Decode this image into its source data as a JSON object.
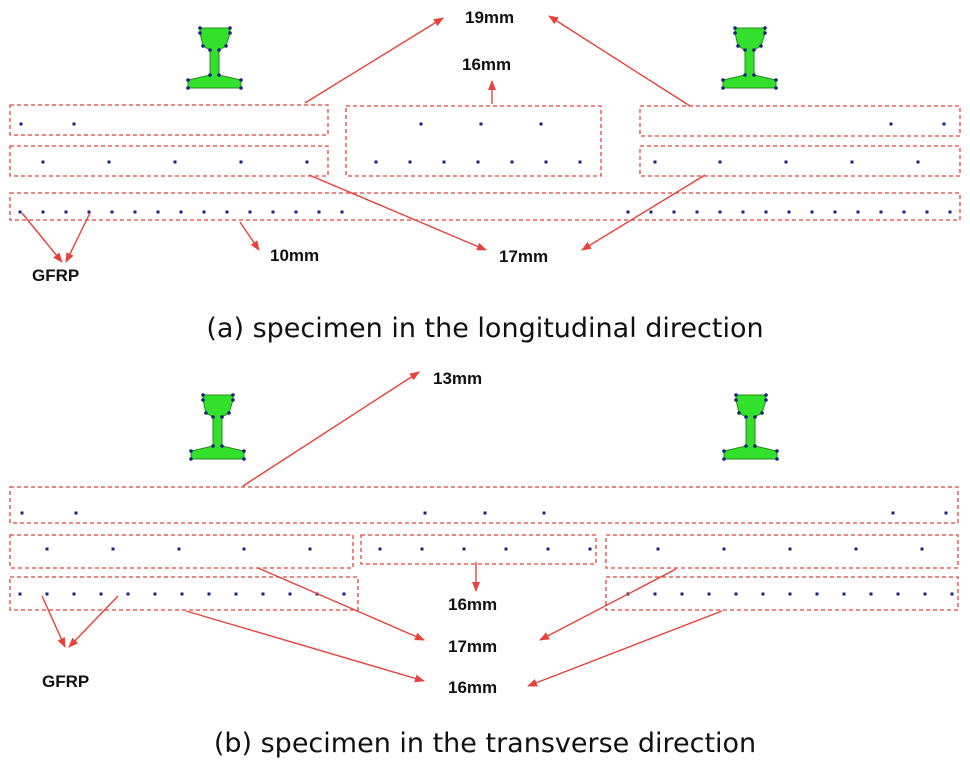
{
  "colors": {
    "box_border": "#e8413a",
    "arrow": "#e8413a",
    "bar_dot": "#1a237e",
    "rail_fill": "#33e02b",
    "rail_node": "#1a237e",
    "text": "#111111"
  },
  "diagram_a": {
    "caption": "(a) specimen in the longitudinal direction",
    "labels": {
      "d19": "19mm",
      "d16": "16mm",
      "d10": "10mm",
      "d17": "17mm",
      "gfrp": "GFRP"
    }
  },
  "diagram_b": {
    "caption": "(b) specimen in the transverse direction",
    "labels": {
      "d13": "13mm",
      "d16_mid": "16mm",
      "d17": "17mm",
      "d16_bottom": "16mm",
      "gfrp": "GFRP"
    }
  }
}
